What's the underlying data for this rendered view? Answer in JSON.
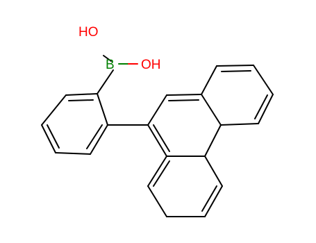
{
  "molecule": {
    "atoms": {
      "hydroxyl_1": {
        "label": "HO",
        "color": "#ff0000"
      },
      "boron": {
        "label": "B",
        "color": "#008000"
      },
      "hydroxyl_2": {
        "label": "OH",
        "color": "#ff0000"
      }
    },
    "bond_color": "#000000"
  }
}
